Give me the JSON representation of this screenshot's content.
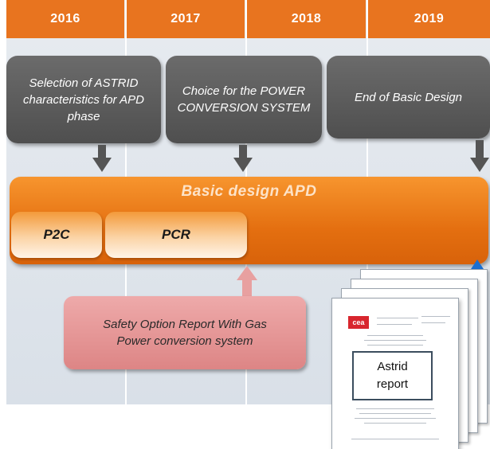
{
  "years": [
    "2016",
    "2017",
    "2018",
    "2019"
  ],
  "milestones": {
    "selection": "Selection of ASTRID characteristics for APD phase",
    "choice": "Choice for the POWER CONVERSION SYSTEM",
    "end_basic": "End of Basic Design"
  },
  "apd": {
    "title": "Basic design APD",
    "phase_p2c": "P2C",
    "phase_pcr": "PCR"
  },
  "safety_report": "Safety Option Report With Gas Power conversion system",
  "report": {
    "logo": "cea",
    "label": "Astrid report"
  },
  "colors": {
    "year_bar": "#e8741f",
    "milestone": "#5a5a5a",
    "apd_band": "#e46f10",
    "safety_box": "#e59898",
    "safety_arrow": "#e8a0a0",
    "report_arrow": "#1a6fd0"
  }
}
